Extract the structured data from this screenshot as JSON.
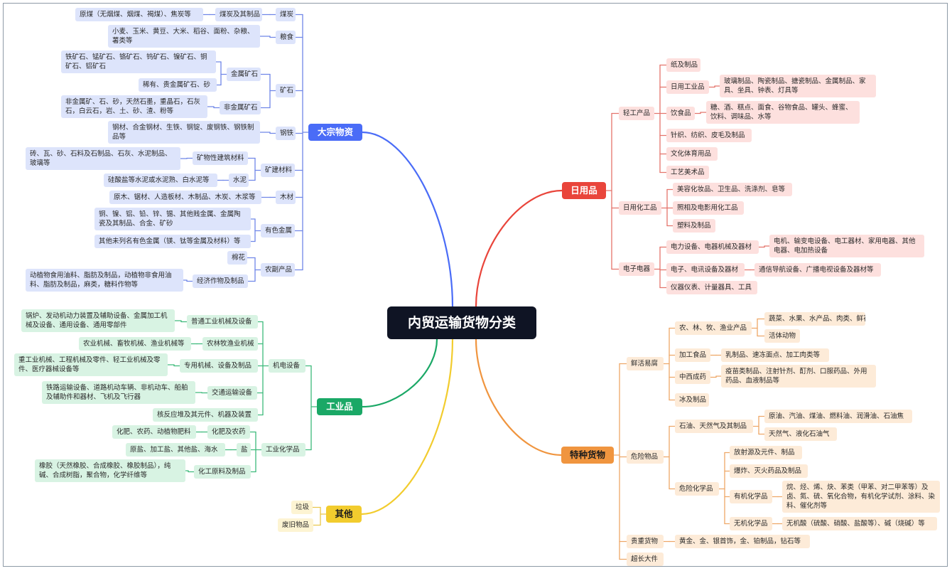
{
  "center": "内贸运输货物分类",
  "branches": {
    "bulk": {
      "label": "大宗物资",
      "color": "#4a6cf7",
      "coal": {
        "label": "煤炭",
        "sub": "煤炭及其制品",
        "leaf": "原煤（无烟煤、烟煤、褐煤）、焦炭等"
      },
      "grain": {
        "label": "粮食",
        "leaf": "小麦、玉米、黄豆、大米、稻谷、面粉、杂粮、薯类等"
      },
      "ore": {
        "label": "矿石",
        "metal": "金属矿石",
        "metal_a": "铁矿石、锰矿石、铬矿石、钨矿石、镍矿石、铜矿石、铝矿石",
        "metal_b": "稀有、贵金属矿石、砂",
        "nonmetal": "非金属矿石",
        "nonmetal_a": "非金属矿、石、砂，天然石墨，重晶石，石灰石，白云石，岩、土、砂、渣、粉等"
      },
      "steel": {
        "label": "钢铁",
        "leaf": "钢材、合金钢材、生铁、钢锭、废钢铁、钢铁制品等"
      },
      "building": {
        "label": "矿建材料",
        "mineral": "矿物性建筑材料",
        "mineral_leaf": "砖、瓦、砂、石料及石制品、石灰、水泥制品、玻璃等",
        "cement": "水泥",
        "cement_leaf": "硅酸盐等水泥或水泥熟、白水泥等"
      },
      "wood": {
        "label": "木材",
        "leaf": "原木、锯材、人造板材、木制品、木炭、木浆等"
      },
      "nonferrous": {
        "label": "有色金属",
        "leaf_a": "铜、镍、铝、铅、锌、锡、其他贱金属、金属陶瓷及其制品、合金、矿砂",
        "leaf_b": "其他未列名有色金属（镁、钛等金属及材料）等"
      },
      "agri": {
        "label": "农副产品",
        "cotton": "棉花",
        "cash": "经济作物及制品",
        "cash_leaf": "动植物食用油料、脂肪及制品，动植物非食用油料、脂肪及制品，麻类，糖料作物等"
      }
    },
    "daily": {
      "label": "日用品",
      "color": "#e9453b",
      "light": {
        "label": "轻工产品",
        "paper": "纸及制品",
        "dailyind": "日用工业品",
        "dailyind_leaf": "玻璃制品、陶瓷制品、搪瓷制品、金属制品、家具、坐具、钟表、灯具等",
        "food": "饮食品",
        "food_leaf": "糖、酒、糕点、面食、谷物食品、罐头、蜂蜜、饮料、调味品、水等",
        "textile": "针织、纺织、皮毛及制品",
        "sports": "文化体育用品",
        "craft": "工艺美术品"
      },
      "chem": {
        "label": "日用化工品",
        "cosmetic": "美容化妆品、卫生品、洗涤剂、皂等",
        "photo": "照相及电影用化工品",
        "plastic": "塑料及制品"
      },
      "elec": {
        "label": "电子电器",
        "power": "电力设备、电器机械及器材",
        "power_leaf": "电机、输变电设备、电工器材、家用电器、其他电器、电加热设备",
        "telecom": "电子、电讯设备及器材",
        "telecom_leaf": "通信导航设备、广播电视设备及器材等",
        "instrument": "仪器仪表、计量器具、工具"
      }
    },
    "special": {
      "label": "特种货物",
      "color": "#f0953f",
      "fresh": {
        "label": "鲜活易腐",
        "farm": "农、林、牧、渔业产品",
        "farm_a": "蔬菜、水果、水产品、肉类、鲜花等",
        "farm_b": "活体动物",
        "processed": "加工食品",
        "processed_leaf": "乳制品、速冻面点、加工肉类等",
        "medicine": "中西成药",
        "medicine_leaf": "疫苗类制品、注射针剂、酊剂、口服药品、外用药品、血液制品等",
        "ice": "冰及制品"
      },
      "danger": {
        "label": "危险物品",
        "oil": "石油、天然气及其制品",
        "oil_a": "原油、汽油、煤油、燃料油、润滑油、石油焦",
        "oil_b": "天然气、液化石油气",
        "hazchem": "危险化学品",
        "radio": "放射源及元件、制品",
        "explosive": "爆炸、灭火药品及制品",
        "organic": "有机化学品",
        "organic_leaf": "烷、烃、烯、炔、苯类（甲苯、对二甲苯等）及卤、氮、硫、氧化合物，有机化学试剂、涂料、染料、催化剂等",
        "inorganic": "无机化学品",
        "inorganic_leaf": "无机酸（硫酸、硝酸、盐酸等）、碱（烧碱）等"
      },
      "precious": {
        "label": "贵重货物",
        "leaf": "黄金、金、银首饰，金、铂制品，钻石等"
      },
      "oversize": {
        "label": "超长大件"
      }
    },
    "industrial": {
      "label": "工业品",
      "color": "#1aa866",
      "mech": {
        "label": "机电设备",
        "general": "普通工业机械及设备",
        "general_leaf": "锅炉、发动机动力装置及辅助设备、金属加工机械及设备、通用设备、通用零部件",
        "agri": "农林牧渔业机械",
        "agri_leaf": "农业机械、畜牧机械、渔业机械等",
        "special": "专用机械、设备及制品",
        "special_leaf": "重工业机械、工程机械及零件、轻工业机械及零件、医疗器械设备等",
        "transport": "交通运输设备",
        "transport_leaf": "铁路运输设备、道路机动车辆、非机动车、船舶及辅助件和器材、飞机及飞行器",
        "nuclear": "核反应堆及其元件、机器及装置"
      },
      "chem": {
        "label": "工业化学品",
        "fert": "化肥及农药",
        "fert_leaf": "化肥、农药、动植物肥料",
        "salt": "盐",
        "salt_leaf": "原盐、加工盐、其他盐、海水",
        "raw": "化工原料及制品",
        "raw_leaf": "橡胶（天然橡胶、合成橡胶、橡胶制品），纯碱、合成树脂，聚合物，化学纤维等"
      }
    },
    "other": {
      "label": "其他",
      "color": "#f2cc2e",
      "garbage": "垃圾",
      "waste": "废旧物品"
    }
  }
}
